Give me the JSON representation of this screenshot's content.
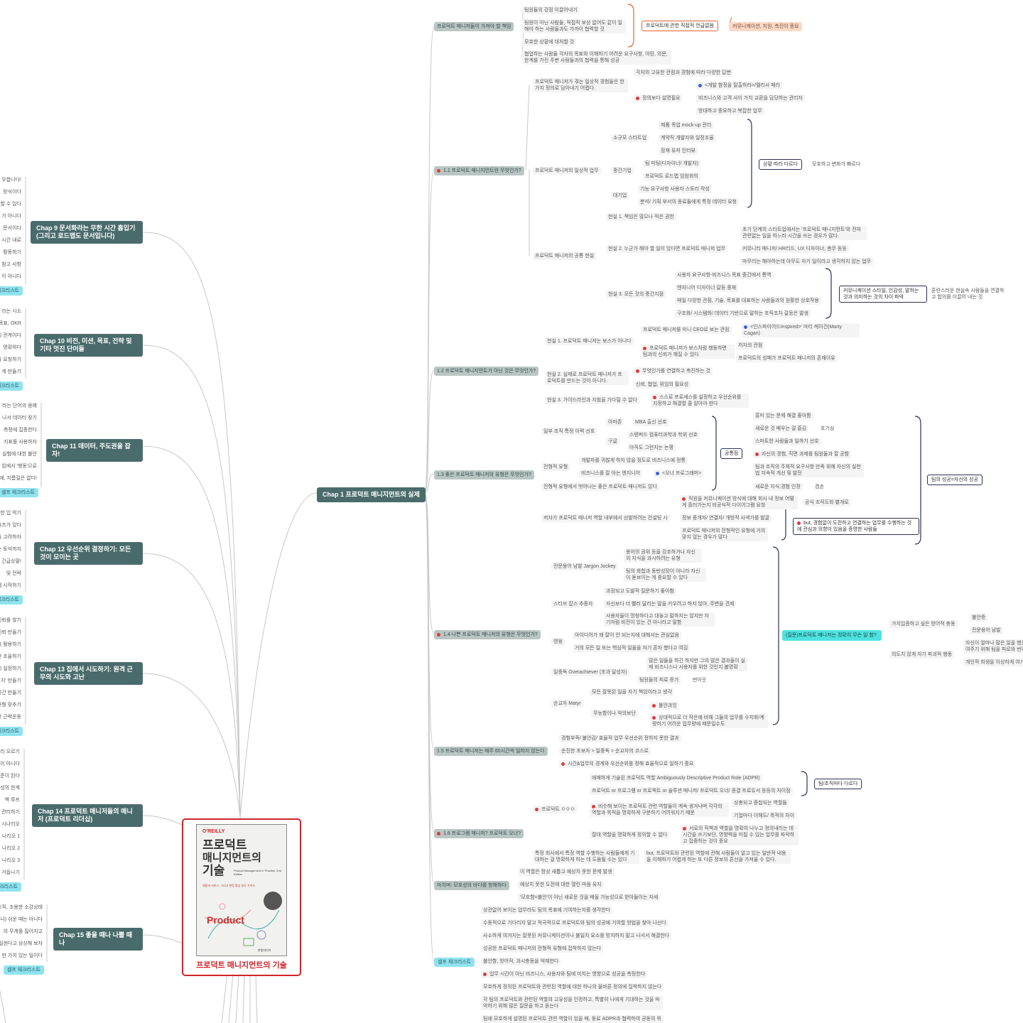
{
  "book": {
    "label": "프로덕트 매니지먼트의 기술",
    "cover_publisher": "O'REILLY",
    "cover_title_1": "프로덕트",
    "cover_title_2": "매니지먼트의",
    "cover_title_3": "기술",
    "cover_subtitle": "Product Management in Practice, 2nd Edition",
    "cover_tagline": "제품과 서비스, 그리고 현장 중심 실무 가이드",
    "cover_art": "Product",
    "cover_footer": "한빛미디어"
  },
  "left_chapters": [
    {
      "title": "Chap 9 문서화라는 무한 시간 흡입기 (그리고 로드맵도 문서입니다)",
      "stubs": [
        "우합니다!",
        "방식이다",
        "할 수 있다",
        "가 아니다",
        "문서이다",
        "시간 내로",
        "활동하기",
        "참고 사항",
        "이 아니다"
      ],
      "checklist": "체크리스트"
    },
    {
      "title": "Chap 10 비전, 미션, 목표, 전략 및 기타 멋진 단어들",
      "stubs": [
        "라는 시소",
        "목표, OKR",
        "의 관계이다",
        "명확하다",
        "을 요청하기",
        "게 만들기"
      ],
      "checklist": "체크리스트"
    },
    {
      "title": "Chap 11 데이터, 주도권을 잡자!",
      "stubs": [
        "라는 단어의 용례",
        "나서 데이터 찾기",
        "측정에 집중한다",
        "지표를 사용하자",
        "실험에 대한 불안",
        "임에서 '행동'으로",
        "에, 지름길은 없다!"
      ],
      "checklist": "셀프 체크리스트"
    },
    {
      "title": "Chap 12 우선순위 결정하기: 모든 것이 모이는 곳",
      "stubs": [
        "한 입 먹기",
        "요즈가 있다",
        "을 고려하자",
        "는 토석까지",
        "는 긴급상황!",
        "및 전략",
        "에 시작하기"
      ],
      "checklist": "체크리스트"
    },
    {
      "title": "Chap 13 집에서 시도하기: 원격 근무의 시도와 고난",
      "stubs": [
        "신뢰를 쌓기",
        "신뢰 만들기",
        "을 활용하기",
        "간 조율하기",
        "지 설정하기",
        "여지' 만들기",
        "공간 만들기",
        "균형 맞추기",
        "한 근력운동"
      ],
      "checklist": "체크리스트"
    },
    {
      "title": "Chap 14 프로덕트 매니저들의 매니저 (프로덕트 리더십)",
      "stubs": [
        "리 오르기",
        "이 아니다",
        "준이 된다",
        "성의 한계",
        "백 루프",
        "관리하기",
        "시나리오",
        "나리오 1",
        "나리오 2",
        "나리오 3",
        "거듭나기"
      ],
      "checklist": "체크리스트"
    },
    {
      "title": "Chap 15 좋을 때나 나쁠 때나",
      "stubs": [
        "조직, 조용한 소강상태",
        "나) 쉬운 때는 아니다",
        "의 무게를 짊어지고",
        "실현다고 상상해 보자",
        "만 가치 있는 일이다"
      ],
      "checklist": "셀프 체크리스트"
    }
  ],
  "chap1": {
    "title": "Chap 1 프로덕트 매니지먼트의 실제",
    "intro": {
      "label": "프로덕트 매니저들이 가져야 할 책임",
      "items": [
        "팀원들의 강점 이끌어내기",
        "팀원이 아닌 사람들, 직접적 보상 없어도 같이 일해야 하는 사람들과도 가까이 협력할 것",
        "모호한 상황에 대처할 것",
        "협업하는 사람들 각자의 목표와 이해하기 어려운 요구사항, 야망, 의문, 한계를 가진 주변 사람들과의 협력을 통해 성공"
      ],
      "summary": "프로덕트에 관한 직접적 언급없음",
      "note": "커뮤니케이션, 지원, 촉진이 중요"
    },
    "s11": {
      "label": "1.1 프로덕트 매니지먼트란 무엇인가?",
      "a": "프로덕트 매니저가 겪는 일상적 경험들은 한 가지 정의로 담아내기 어렵다.",
      "a1": "각자의 고유한 관점과 경험에 따라 다양한 답변",
      "a2": "정의보다 설명필요",
      "a2a": "<개발 함정을 탈출하라>/멜리사 페리",
      "a2b": "비즈니스와 고객 사이 가치 교환을 담당하는 관리자",
      "a2c": "방대하고 중요하고 복잡한 업무",
      "b": "프로덕트 매니저의 일상적 업무",
      "b1": "소규모 스타트업",
      "b1a": "제품 목업 mock-up 관리",
      "b1b": "계약직 개발자와 일정조율",
      "b1c": "잠재 유저 인터뷰",
      "b2": "중간기업",
      "b2a": "팀 미팅(디자이너/ 개발자)",
      "b2b": "프로덕트 로드맵 임원회의",
      "b3": "대기업",
      "b3a": "기능 요구사항 사용자 스토리 작성",
      "b3b": "분석/ 기획 부서의 동료들에게 특정 데이터 요청",
      "bsum": "상황 따라 다르다",
      "bnote": "모호하고 변화가 빠르다",
      "c": "프로덕트 매니저의 공통 현실",
      "c1": "현실 1. 책임은 많으나 적은 권한",
      "c2": "현실 2. 누군가 해야 할 일이 있다면 프로덕트 매니저 업무",
      "c2a": "초기 단계의 스타트업에서는 '프로덕트 매니지먼트'와 전혀 관련없는 일을 하느라 시간을 쓰는 경우가 많다.",
      "c2b": "커뮤니티 매니저/ HR리드, UX 디자이너, 총무 등등",
      "c2c": "마무리는 해야하는데 아무도 자기 일이라고 생각하지 않는 업무",
      "c3": "현실 3. 모든 것의 중간지점",
      "c3a": "사용자 요구사항-비즈니스 목표 중간에서 통역",
      "c3b": "엔지니어 디자이너 갈등 중재",
      "c3c": "매일 다양한 관점, 기술, 목표를 대표하는 사람들과의 원활한 상호작용",
      "c3d": "구조화/ 시스템화/ 데이터 기반으로 말하는 조직조차 갈등은 발생",
      "c3sum": "커뮤니케이션 스타일, 인감성, 말하는 것과 의미하는 것의 차이 파악",
      "c3note": "혼란스러운 현실속 사람들을 연결하고 합의를 이끌어 내는 것"
    },
    "s12": {
      "label": "1.2 프로덕트 매니지먼트가 아닌 것은 무엇인가?",
      "a": "현실 1. 프로덕트 매니저는 보스가 아니다",
      "a1": "프로덕트 매니저를 미니 CEO로 보는 관점",
      "a1a": "<인스파이어드Inspired>' 마티 케이건(Marty Cagan)",
      "a2": "프로덕트 매니저가 보스처럼 행동하면 팀과의 신뢰가 깨질 수 있다",
      "a2a": "저자의 관점",
      "a2b": "프로덕트의 성패가 프로덕트 매니저의 존재이유",
      "b": "현실 2. 실제로 프로덕트 매니저가 프로덕트를 만드는 것이 아니다.",
      "b1": "무엇인가를 연결하고 촉진하는 것",
      "b2": "신뢰, 협업, 위임의 필요성",
      "c": "현실 3. 가이드라인과 지침을 기다릴 수 없다",
      "c1": "스스로 프로세스를 설정하고 우선순위를 지정하고 해결할 줄 알아야 한다"
    },
    "s13": {
      "label": "1.3 좋은 프로덕트 매니저의 유형은 무엇인가?",
      "a": "일부 조직 특정 이력 선호",
      "a1": "아마존",
      "a1a": "MBA 출신 선호",
      "a2": "구글",
      "a2a": "스탠퍼드 컴퓨터과학과 학위 선호",
      "a2b": "아직도 그런지는 논쟁",
      "b": "전형적 유형",
      "b1": "개발자를 귀찮게 하지 않을 정도로 비즈니스에 정통",
      "b2": "비즈니스를 잘 아는 엔지니어",
      "b2a": "<오너 프로그래머>",
      "c": "전형적 유형에서 벗어나는 좋은 프로덕트 매니저도 있다",
      "d": "저자가 프로덕트 매니저 역할 내부에서 선발하려는 컨설팅 시",
      "d1": "직원을 커뮤니케이션 방식에 대해 회사 내 정보 어떻게 흘러가는지 비공식적 다이어그램 요청",
      "d1a": "공식 조직도와 별개로",
      "d2": "정보 중개자/ 연결자/ 개방적 사색가를 발굴",
      "d3": "프로덕트 매니저의 전형적인 유형에 거의 맞지 않는 경우가 많다",
      "dsum": "but, 경험없이 도전하고 연결하는 업무를 수행하는 것에 관심과 의향이 있음을 증명한 사람들",
      "common": "공통점",
      "c1": "흥미 있는 문제 해결 좋아함",
      "c2": "새로운 것 배우는 걸 즐김",
      "c2a": "호기심",
      "c3": "스마트한 사람들과 일하기 선호",
      "c4": "자신의 경험, 직면 과제를 팀원들과 잘 공함",
      "c5": "팀과 조직의 주체적 요구사항 만족 위해 자신의 실천법 지속적 개선 및 발전",
      "c6": "새로운 지식,경험 인정",
      "c6a": "겸손",
      "goal": "팀의 성공=자신의 성공"
    },
    "s14": {
      "label": "1.4 나쁜 프로덕트 매니저의 유형은 무엇인가?",
      "a": "전문용어 남발 Jargon Jockey",
      "a1": "용어의 권위 등을 강조하거나 자신의 지식을 과시하려는 유형",
      "a2": "팀의 화합과 동반성장이 아니라 자신이 돋보이는 게 중요할 수 있다",
      "b": "스티브 잡스 추종자",
      "b1": "과장되고 도발적 질문하기 좋아함",
      "b2": "자신보다 더 빨리 달리는 말을 키우려고 하지 않아, 주변을 견제",
      "b3": "사용자들이 멍청하다고 대놓고 말하지는 않지만 자기처럼 비전이 있는 건 아니라고 말함",
      "c": "영웅",
      "c1": "아이디어가 왜 잘이 안 되는지에 대해서는 관심없음",
      "c2": "거의 모든 일 또는 핵심적 일들을 자기 혼자 했다고 여김",
      "d": "일중독 Overachiever (초과 달성자)",
      "d1": "많은 일들을 하긴 하지만 그의 많은 결과들이 실제 비즈니스나 사용자를 위한 것인지 불명확",
      "d2": "팀원들의 피로 증가",
      "d2a": "번아웃",
      "e": "순교자 Matyr",
      "e1": "모든 잘못된 일을 자기 책임이라고 생각",
      "e2": "무능함이나 악의보단",
      "e2a": "불안과잉",
      "e2b": "상대적으로 더 작은에 비해 그들의 업무를 수치화/계량하기 어려운 업무량에 때문일수도",
      "q": "(질문)프로덕트 매니저는 정확히 무슨 일 함?",
      "q1": "가치입증하고 싶은 방어적 충동",
      "q1a": "불안증",
      "q1b": "전문용어 남발",
      "q2": "의도치 않게 자기 파괴적 행동",
      "q2a": "자신이 얼마나 많은 일을 했는지 보여주기 위해 팀을 피로와 번아웃",
      "q2b": "개인적 희생을 이상하게 여기"
    },
    "s15": {
      "label": "1.5 프로덕트 매니저는 매주 60시간씩 일하지 않는다",
      "a": "경험부족/ 불안감/ 효율적 업무 우선순위 정하지 못한 결과",
      "b": "순진한 초보자 > 일중독 > 순교자의 코스로",
      "c": "시간&업무의 경계와 우선순위를 정해 효율적으로 일하기 중요"
    },
    "s16": {
      "label": "1.6 프로그램 매니저? 프로덕트 오너?",
      "a": "프로덕트 ㅇㅇㅇ",
      "a1": "애매하게 기술된 프로덕트 역할 Ambiguously Descriptive Product Role (ADPR)",
      "a2": "프로덕트 or 프로그램 or 프로젝트 or 솔루션 매니저/ 프로덕트 오너/ 종결 프로듀서 등등의 차이점",
      "a3": "비슷해 보이는 프로덕트 관련 역할들이 계속 생겨나며 각각의 역할과 목적을 명확하게 구분하기 어려워지기 때문",
      "a3a": "상충되고 중첩되는 역할들",
      "a3b": "기업마다 이해도/ 목적의 차이",
      "a4": "절대 역할을 명확하게 정의할 수 없다",
      "a4a": "서로의 직책과 역할을 명확히 나누고 정의내리는 데 시간을 쓰기보단, 영향력을 미칠 수 있는 업무를 파악하고 집중하는 것이 중요",
      "asum": "팀/조직마다 다르다",
      "b": "특정 회사에서 특정 역할 수행하는 사람들에게 기대하는 걸 명확하게 하는 데 도움될 수는 있다",
      "b1": "but, 프로덕트와 관련된 역할에 관해 사람들이 알고 있는 일반적 내용을 이해하기 어렵게 하는 또 다른 정보의 혼선을 가져올 수 있다."
    },
    "fin": {
      "label": "마치며: 모호성의 바다를 항해하다",
      "a": "이 역할은 항상 새롭고 예상치 못한 문제 발생",
      "b": "예상치 못한 도전에 대한 열린 마음 유지",
      "c": "'모호함=불안'이 아닌 새로운 것을 배울 가능성으로 받아들이는 자세"
    },
    "chk": {
      "label": "셀프 체크리스트",
      "items": [
        "상관없어 보이는 업무라도 팀의 목표에 기여하는지를 생각한다",
        "수동적으로 기다리지 말고 적극적으로 프로덕트와 팀의 성공에 기여할 방법을 찾아 나선다",
        "사소하게 여겨지는 잘못된 커뮤니케이션이나 불일치 요소를 방치하지 말고 나서서 해결한다",
        "성공한 프로덕트 매니저의 전형적 유형에 집착하지 않는다",
        "불안함, 방어적, 과시충동을 억제한다",
        "업무 시간이 아닌 비즈니스, 사용자와 팀에 미치는 영향으로 성공을 측정한다",
        "모호하게 정의된 프로덕트와 관련된 역할에 대한 하나의 올바른 정의에 집착하지 않는다",
        "각 팀의 프로덕트와 관련된 역할의 고유성을 인정하고, 특별히 나에게 기대하는 것을 파악하기 위해 많은 질문을 하고 듣는다",
        "팀에 모호하게 설명된 프로덕트 관련 역할이 있을 때, 동료 ADPR과 협력하여 공동의 목"
      ]
    }
  }
}
